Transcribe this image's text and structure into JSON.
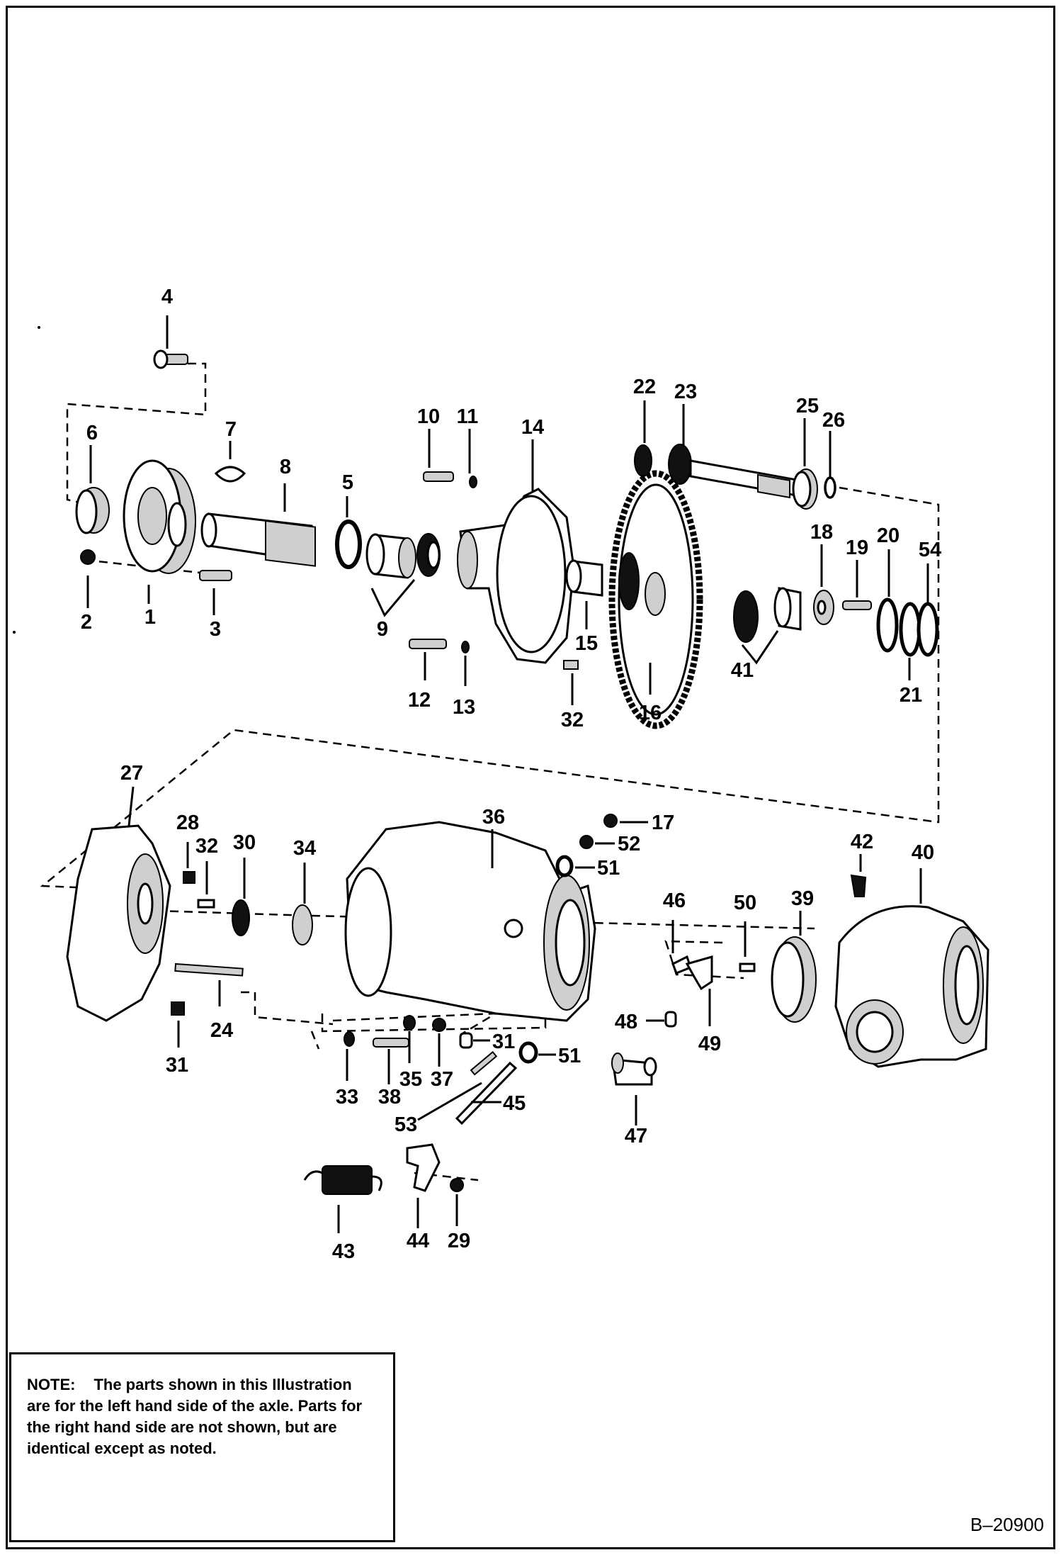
{
  "note": {
    "heading": "NOTE:",
    "text": "The parts shown in this Illustration are for the left hand side of the axle. Parts for the right hand side are not shown, but are identical except as noted."
  },
  "figure_ref": "B–20900",
  "callouts": {
    "c1": "1",
    "c2": "2",
    "c3": "3",
    "c4": "4",
    "c5": "5",
    "c6": "6",
    "c7": "7",
    "c8": "8",
    "c9": "9",
    "c10": "10",
    "c11": "11",
    "c12": "12",
    "c13": "13",
    "c14": "14",
    "c15": "15",
    "c16": "16",
    "c17": "17",
    "c18": "18",
    "c19": "19",
    "c20": "20",
    "c21": "21",
    "c22": "22",
    "c23": "23",
    "c24": "24",
    "c25": "25",
    "c26": "26",
    "c27": "27",
    "c28": "28",
    "c29": "29",
    "c30": "30",
    "c31a": "31",
    "c31b": "31",
    "c32a": "32",
    "c32b": "32",
    "c33": "33",
    "c34": "34",
    "c35": "35",
    "c36": "36",
    "c37": "37",
    "c38": "38",
    "c39": "39",
    "c40": "40",
    "c41": "41",
    "c42": "42",
    "c43": "43",
    "c44": "44",
    "c45": "45",
    "c46": "46",
    "c47": "47",
    "c48": "48",
    "c49": "49",
    "c50": "50",
    "c51a": "51",
    "c51b": "51",
    "c52": "52",
    "c53": "53",
    "c54": "54"
  }
}
